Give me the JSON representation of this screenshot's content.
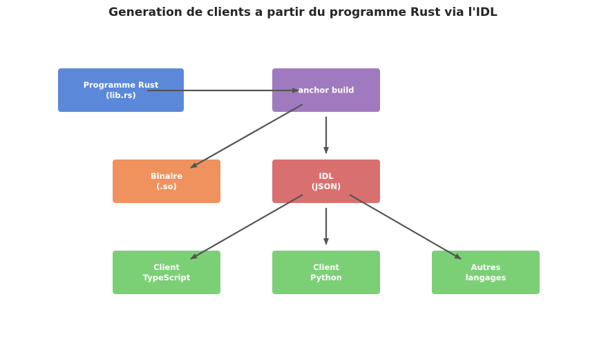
{
  "title": "Generation de clients a partir du programme Rust via l'IDL",
  "nodes": [
    {
      "id": "rust",
      "lines": [
        "Programme Rust",
        "(lib.rs)"
      ],
      "color": "#5b88d9"
    },
    {
      "id": "anchor",
      "lines": [
        "anchor build"
      ],
      "color": "#a07abe"
    },
    {
      "id": "binaire",
      "lines": [
        "Binaire",
        "(.so)"
      ],
      "color": "#f0925e"
    },
    {
      "id": "idl",
      "lines": [
        "IDL",
        "(JSON)"
      ],
      "color": "#d97070"
    },
    {
      "id": "client_ts",
      "lines": [
        "Client",
        "TypeScript"
      ],
      "color": "#7bd076"
    },
    {
      "id": "client_py",
      "lines": [
        "Client",
        "Python"
      ],
      "color": "#7bd076"
    },
    {
      "id": "autres",
      "lines": [
        "Autres",
        "langages"
      ],
      "color": "#7bd076"
    }
  ],
  "edges": [
    {
      "from": "rust",
      "to": "anchor"
    },
    {
      "from": "anchor",
      "to": "binaire"
    },
    {
      "from": "anchor",
      "to": "idl"
    },
    {
      "from": "idl",
      "to": "client_ts"
    },
    {
      "from": "idl",
      "to": "client_py"
    },
    {
      "from": "idl",
      "to": "autres"
    }
  ],
  "edge_color": "#555555"
}
